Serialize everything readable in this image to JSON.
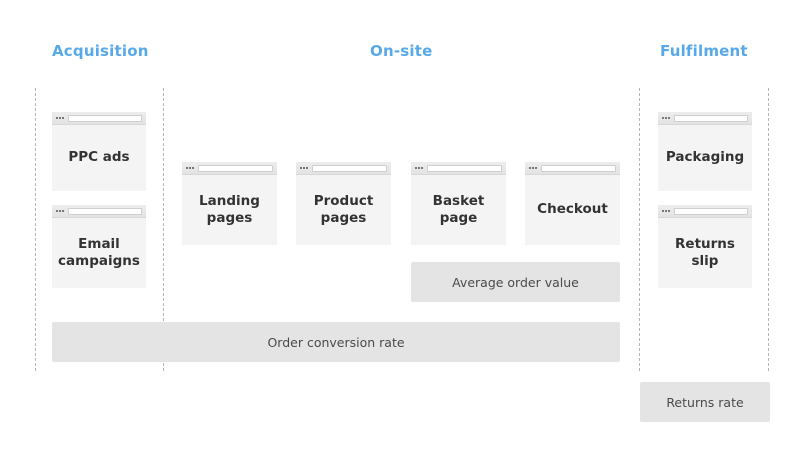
{
  "theme": {
    "background": "#ffffff",
    "accent_blue": "#58a9e8",
    "card_body": "#f4f4f4",
    "card_chrome": "#ededed",
    "metric_bar": "#e4e4e4",
    "divider": "#b5b5b5",
    "card_text": "#333333",
    "metric_text": "#4b4b4b"
  },
  "stages": [
    {
      "id": "acquisition",
      "label": "Acquisition"
    },
    {
      "id": "on-site",
      "label": "On-site"
    },
    {
      "id": "fulfilment",
      "label": "Fulfilment"
    }
  ],
  "cards": [
    {
      "id": "ppc-ads",
      "label": "PPC ads"
    },
    {
      "id": "email-campaigns",
      "label": "Email\ncampaigns"
    },
    {
      "id": "landing-pages",
      "label": "Landing\npages"
    },
    {
      "id": "product-pages",
      "label": "Product\npages"
    },
    {
      "id": "basket-page",
      "label": "Basket\npage"
    },
    {
      "id": "checkout",
      "label": "Checkout"
    },
    {
      "id": "packaging",
      "label": "Packaging"
    },
    {
      "id": "returns-slip",
      "label": "Returns\nslip"
    }
  ],
  "metrics": [
    {
      "id": "average-order-value",
      "label": "Average order value"
    },
    {
      "id": "order-conversion-rate",
      "label": "Order conversion rate"
    },
    {
      "id": "returns-rate",
      "label": "Returns rate"
    }
  ]
}
